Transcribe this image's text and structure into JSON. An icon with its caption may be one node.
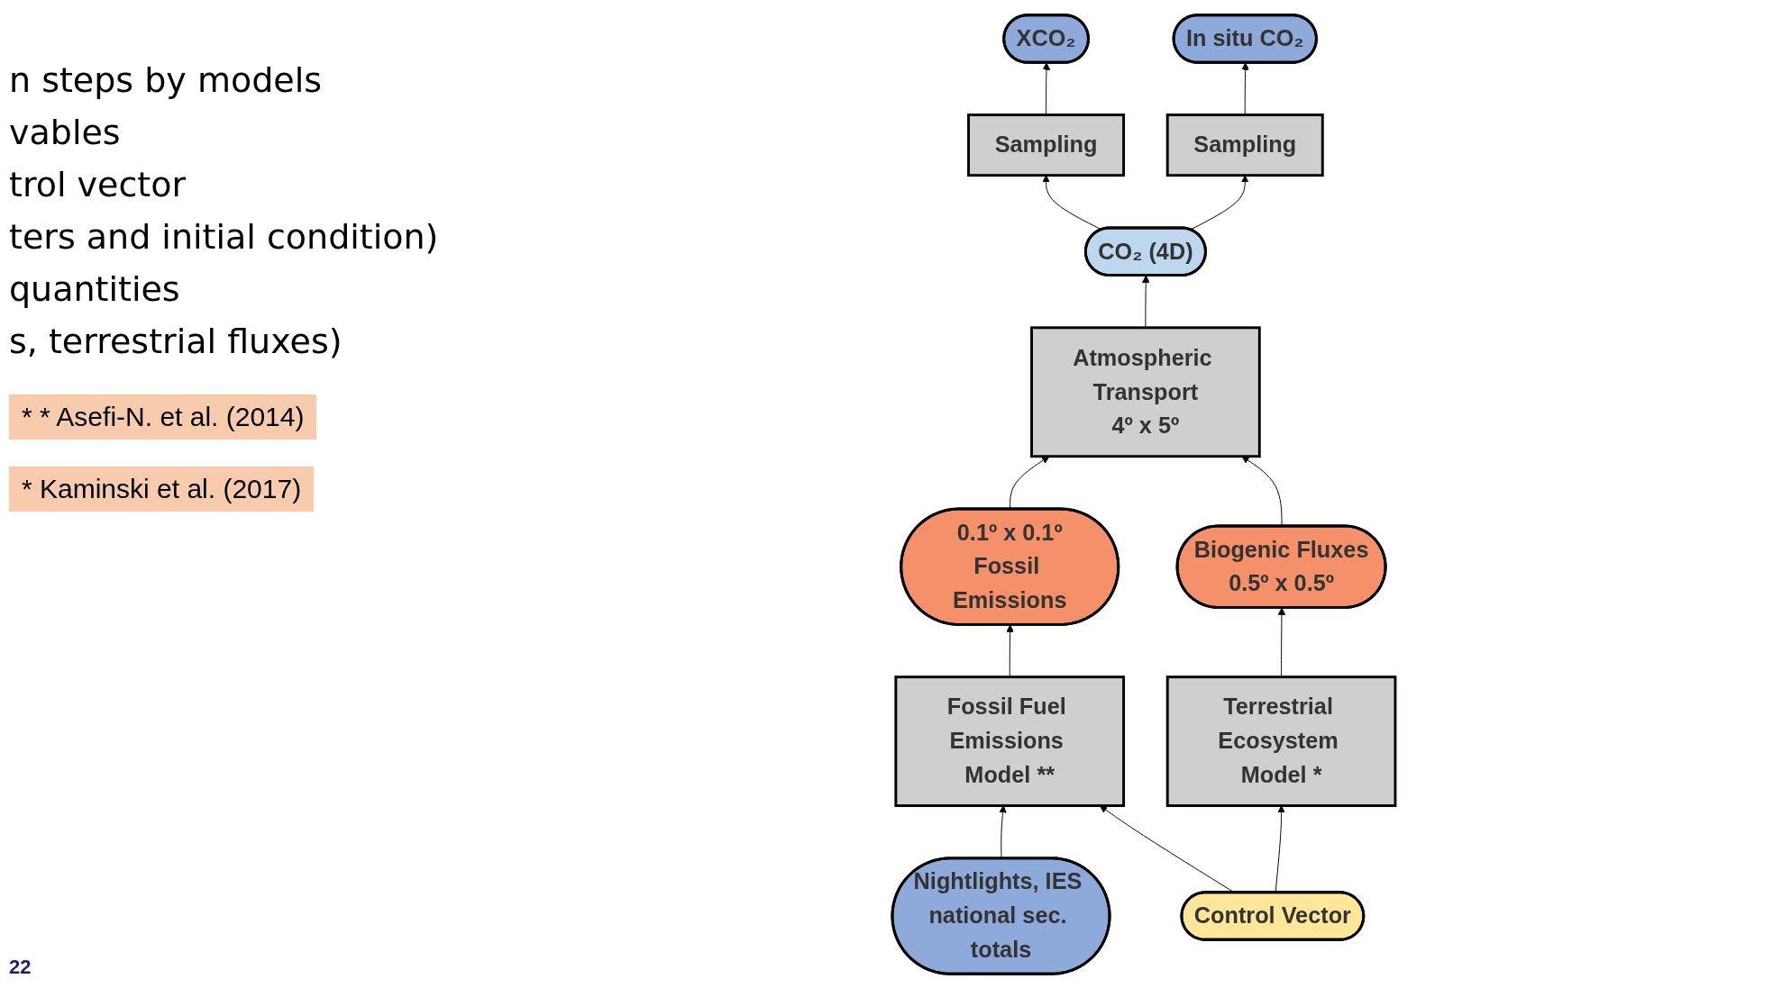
{
  "diagram": {
    "nodes": [
      {
        "text": [
          "CO₂ (4D)"
        ]
      },
      {
        "text": [
          "Sampling"
        ]
      },
      {
        "text": [
          "XCO₂"
        ]
      },
      {
        "text": [
          "Sampling"
        ]
      },
      {
        "text": [
          "In situ CO₂"
        ]
      },
      {
        "text": [
          "Atmospheric Transport",
          "4º x 5º"
        ]
      },
      {
        "text": [
          "0.1º x 0.1º",
          "Fossil Emissions"
        ]
      },
      {
        "text": [
          "Biogenic Fluxes",
          "0.5º x 0.5º"
        ]
      },
      {
        "text": [
          "Nightlights, IES national sec. totals"
        ]
      },
      {
        "text": [
          "Fossil Fuel Emissions Model **"
        ]
      },
      {
        "text": [
          "Terrestrial Ecosystem Model *"
        ]
      },
      {
        "text": [
          "Control Vector"
        ]
      }
    ],
    "edges": [
      {
        "from": 0,
        "to": 1,
        "arrow": "to"
      },
      {
        "from": 0,
        "to": 3,
        "arrow": "to"
      },
      {
        "from": 1,
        "to": 2,
        "arrow": "to"
      },
      {
        "from": 3,
        "to": 4,
        "arrow": "to"
      },
      {
        "from": 5,
        "to": 0,
        "arrow": "to"
      },
      {
        "from": 6,
        "to": 5,
        "arrow": "to"
      },
      {
        "from": 7,
        "to": 5,
        "arrow": "to"
      },
      {
        "from": 9,
        "to": 6,
        "arrow": "to"
      },
      {
        "from": 10,
        "to": 7,
        "arrow": "to"
      },
      {
        "from": 8,
        "to": 9,
        "arrow": "to"
      },
      {
        "from": 11,
        "to": 9,
        "arrow": "to"
      },
      {
        "from": 11,
        "to": 10,
        "arrow": "to"
      }
    ],
    "labels": [
      "n steps by models",
      "vables",
      "trol vector",
      "ters and initial condition)",
      "quantities",
      "s, terrestrial fluxes)",
      "* * Asefi-N. et al. (2014)",
      "* Kaminski et al. (2017)",
      "22"
    ]
  }
}
